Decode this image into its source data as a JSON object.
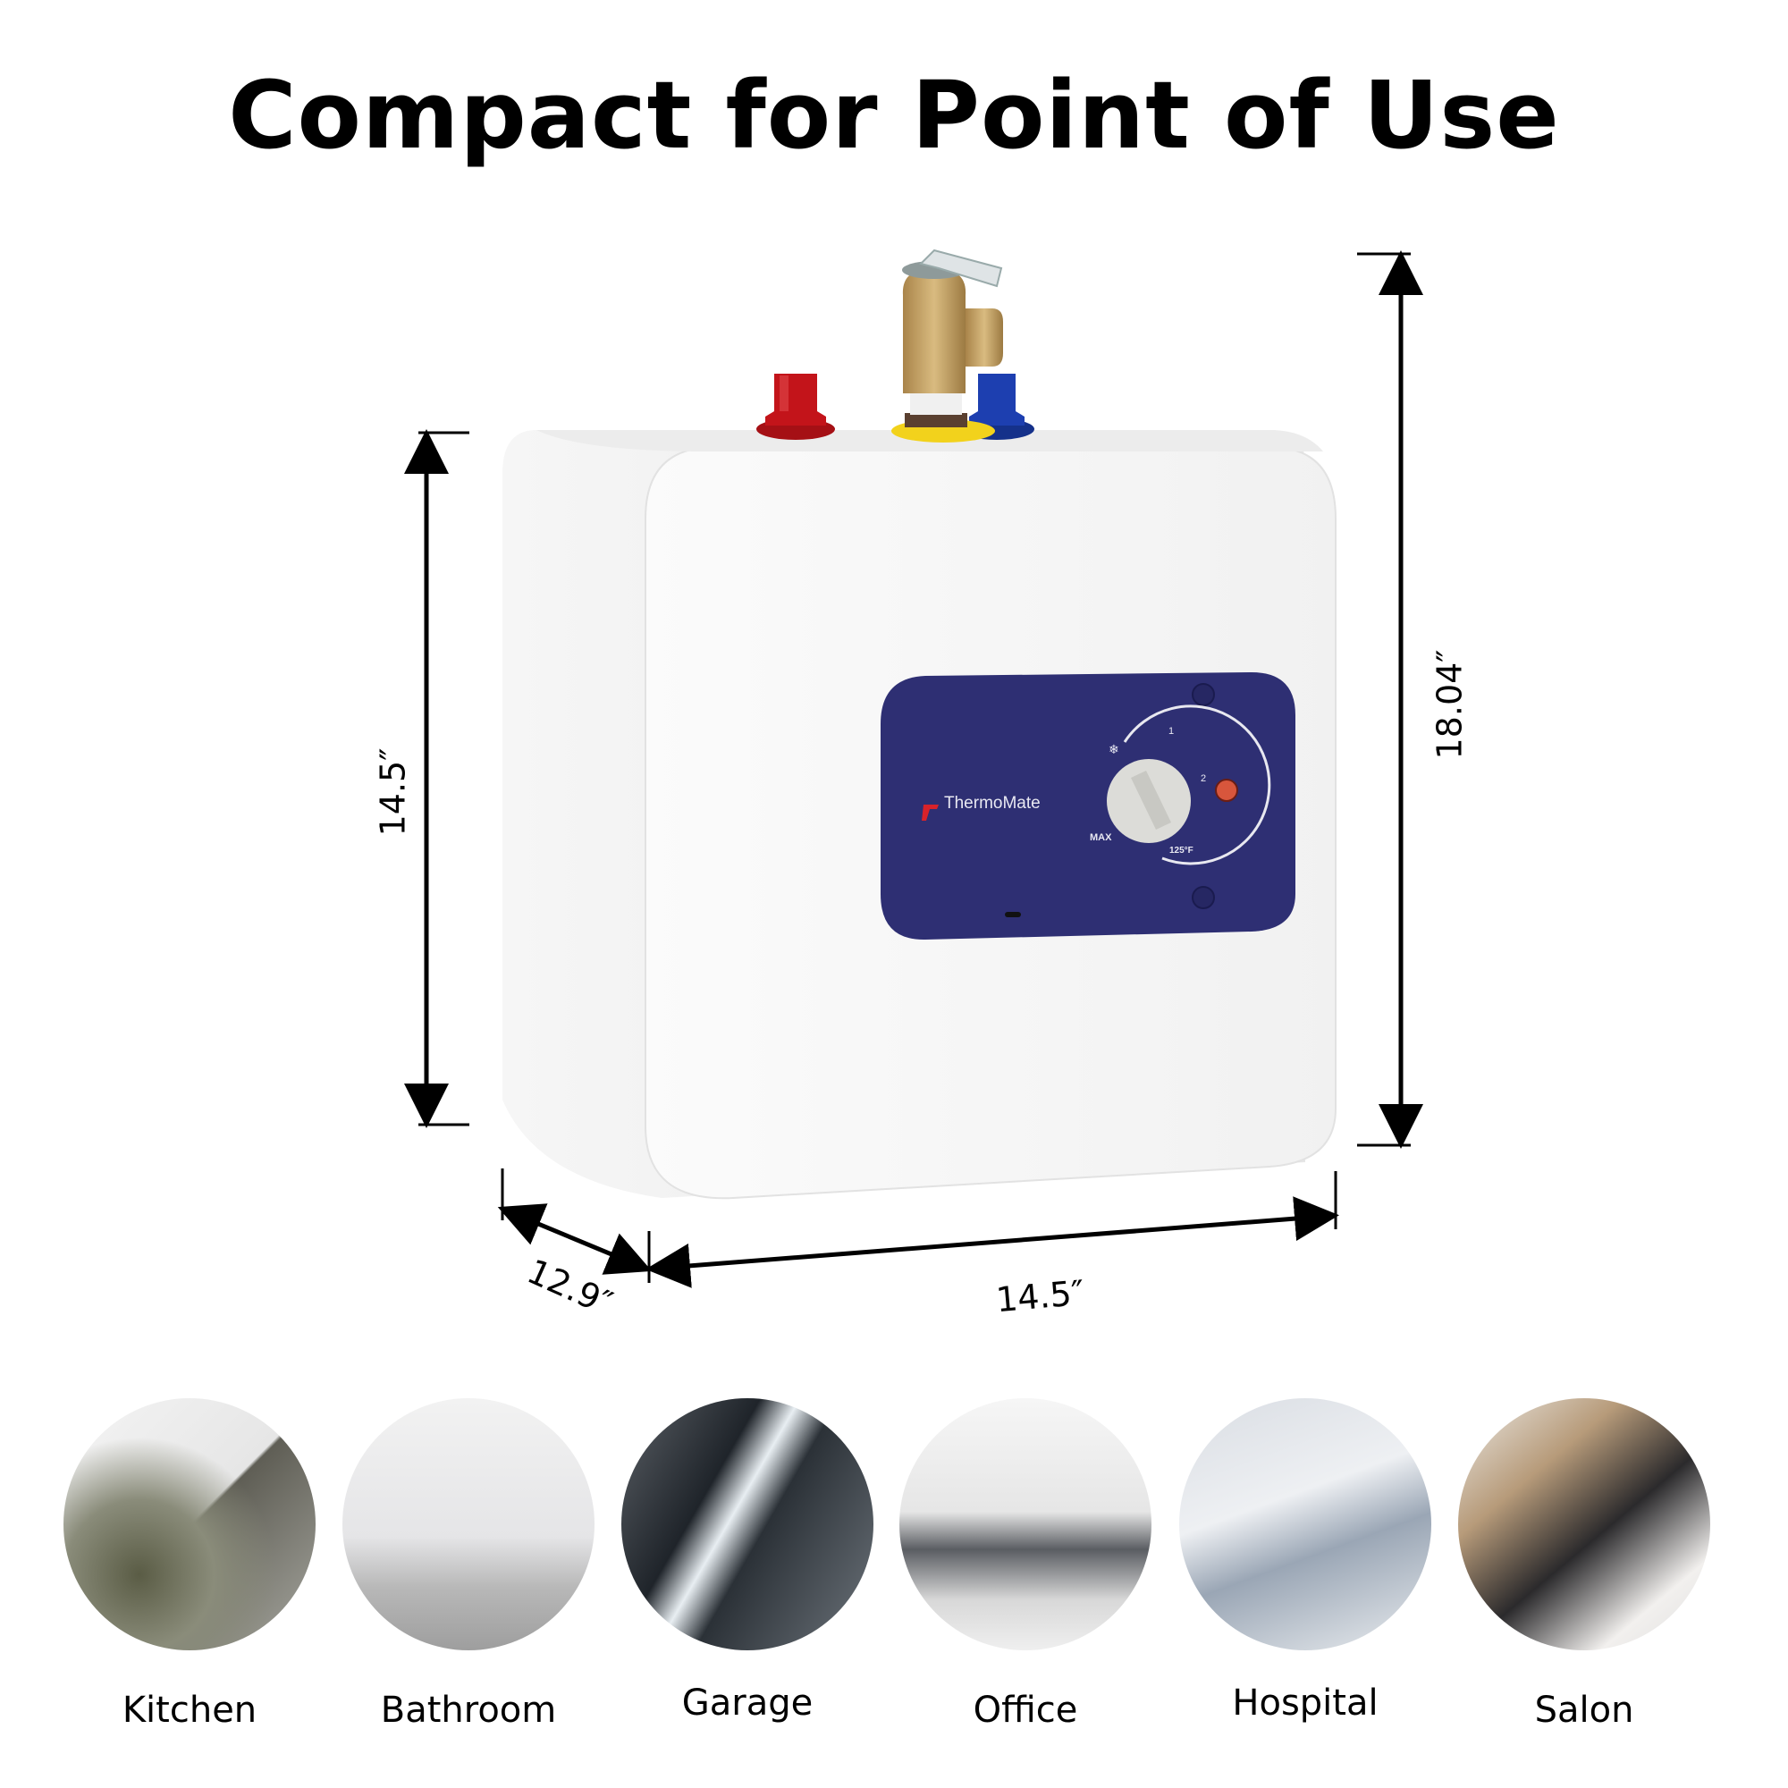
{
  "title": "Compact for Point of Use",
  "product": {
    "brand": "ThermoMate",
    "dial": {
      "marks": [
        "1",
        "2"
      ],
      "max_label": "MAX",
      "temp_label": "125°F",
      "snowflake": "❄"
    },
    "colors": {
      "panel": "#2e2f73",
      "body": "#f3f3f3",
      "hot_inlet": "#c3141a",
      "cold_inlet": "#1d3fb0",
      "valve": "#c9a86a",
      "valve_washer": "#f2d21c",
      "indicator": "#d8563c"
    }
  },
  "dimensions": {
    "height_front": "14.5″",
    "height_total": "18.04″",
    "depth": "12.9″",
    "width": "14.5″"
  },
  "applications": [
    {
      "label": "Kitchen",
      "icon": "kitchen-photo"
    },
    {
      "label": "Bathroom",
      "icon": "bathroom-photo"
    },
    {
      "label": "Garage",
      "icon": "garage-photo"
    },
    {
      "label": "Office",
      "icon": "office-photo"
    },
    {
      "label": "Hospital",
      "icon": "hospital-photo"
    },
    {
      "label": "Salon",
      "icon": "salon-photo"
    }
  ]
}
